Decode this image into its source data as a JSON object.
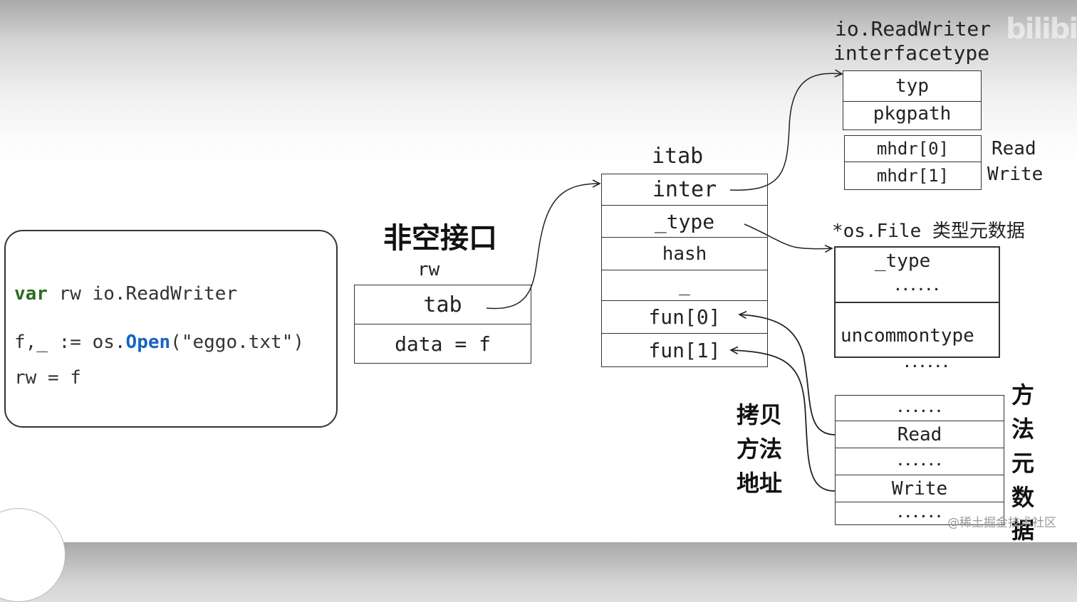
{
  "code": {
    "line1_keyword": "var",
    "line1_rest": " rw io.ReadWriter",
    "line2_prefix": "f,_ := os.",
    "line2_func": "Open",
    "line2_suffix": "(\"eggo.txt\")",
    "line3": "rw = f"
  },
  "iface_title": "非空接口",
  "rw": {
    "label": "rw",
    "tab": "tab",
    "data": "data = f"
  },
  "itab": {
    "title": "itab",
    "fields": [
      "inter",
      "_type",
      "hash",
      "_",
      "fun[0]",
      "fun[1]"
    ]
  },
  "interfacetype": {
    "title_line1": "io.ReadWriter",
    "title_line2": "interfacetype",
    "fields": [
      "typ",
      "pkgpath",
      "mhdr[0]",
      "mhdr[1]"
    ],
    "method_names": [
      "Read",
      "Write"
    ]
  },
  "osfile": {
    "title": "*os.File 类型元数据",
    "fields": [
      "_type",
      "......",
      "uncommontype"
    ],
    "trailing_dots": "......"
  },
  "methods": {
    "rows": [
      "......",
      "Read",
      "......",
      "Write",
      "......"
    ],
    "side_label": [
      "方",
      "法",
      "元",
      "数",
      "据"
    ]
  },
  "copy_label": [
    "拷贝",
    "方法",
    "地址"
  ],
  "watermark": {
    "text": "@稀土掘金技术社区",
    "logo_text": "bilibili"
  }
}
